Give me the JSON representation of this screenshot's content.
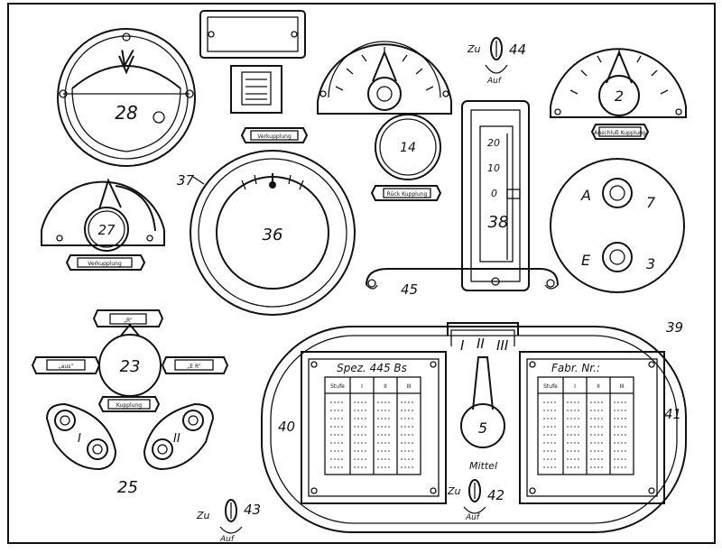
{
  "diagram": {
    "numbers": {
      "n28": "28",
      "n14": "14",
      "n2": "2",
      "n27": "27",
      "n36": "36",
      "n37": "37",
      "n38": "38",
      "n44": "44",
      "n45": "45",
      "n39": "39",
      "n23": "23",
      "n25": "25",
      "n40": "40",
      "n41": "41",
      "n5": "5",
      "n42": "42",
      "n43": "43",
      "n7": "7",
      "n3": "3"
    },
    "meter28_symbol": "V",
    "ae_labels": {
      "a": "A",
      "e": "E"
    },
    "scale_38": [
      "20",
      "10",
      "0"
    ],
    "switch_zu": "Zu",
    "switch_auf": "Auf",
    "meter14_plate": "Rück Kupplung",
    "meter2_plate": "Anschluß Kupplung",
    "meter27_plate": "Verkupplung",
    "center_plate": "Verkupplung",
    "switch23": {
      "top": "„R”",
      "left": "„aus”",
      "right": "„E R”",
      "bottom": "Kupplung"
    },
    "roman": {
      "i": "I",
      "ii": "II",
      "iii": "III"
    },
    "plate40_title": "Spez. 445 Bs",
    "plate41_title": "Fabr. Nr.:",
    "table_headers": [
      "Stufe",
      "I",
      "II",
      "III"
    ],
    "mittel": "Mittel",
    "switch25_labels": [
      "I",
      "II"
    ]
  }
}
